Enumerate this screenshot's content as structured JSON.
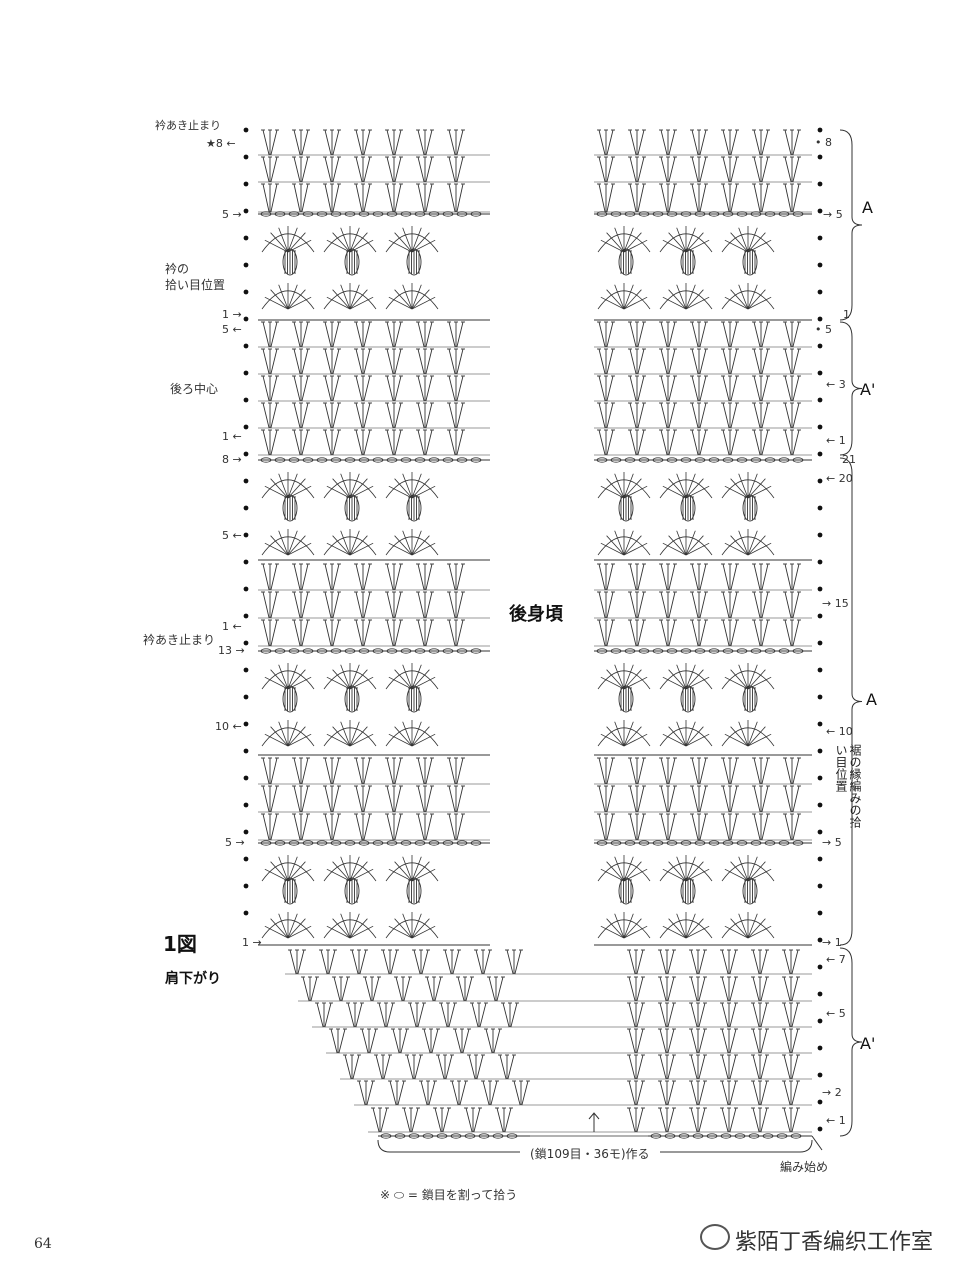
{
  "labels": {
    "neck_stop_top": "衿あき止まり",
    "neck_stop_mid": "衿あき止まり",
    "neck_pickup_1": "衿の",
    "neck_pickup_2": "拾い目位置",
    "back_center": "後ろ中心",
    "panel_title": "後身頃",
    "figure_title": "1図",
    "shoulder": "肩下がり",
    "hem_pickup": "裾の縁編みの拾い目位置",
    "chain_count": "(鎖109目・36モ)作る",
    "start": "編み始め",
    "footnote": "※ ⬭ = 鎖目を割って拾う",
    "page_number": "64",
    "watermark": "紫陌丁香编织工作室"
  },
  "left_rows": {
    "star8": "★8 ←",
    "r5a": "5 →",
    "r1a": "1 →",
    "r5b": "5 ←",
    "r1b": "1 ←",
    "r8": "8 →",
    "r5c": "5 ←",
    "r1c": "1 ←",
    "r13": "13 →",
    "r10": "10 ←",
    "r5d": "5 →",
    "r1d": "1 →"
  },
  "right_rows": {
    "r8": "• 8",
    "r5a": "→ 5",
    "r1a": "1",
    "r5b": "• 5",
    "r3": "← 3",
    "r1b": "← 1",
    "r21": "21",
    "r20": "← 20",
    "r15": "→ 15",
    "r10": "← 10",
    "r5c": "→ 5",
    "r1c": "→ 1",
    "r7": "← 7",
    "r5d": "← 5",
    "r2": "→ 2",
    "r1d": "← 1"
  },
  "sections": {
    "A_top": "A",
    "A_prime_1": "A'",
    "A_mid": "A",
    "A_prime_2": "A'"
  }
}
